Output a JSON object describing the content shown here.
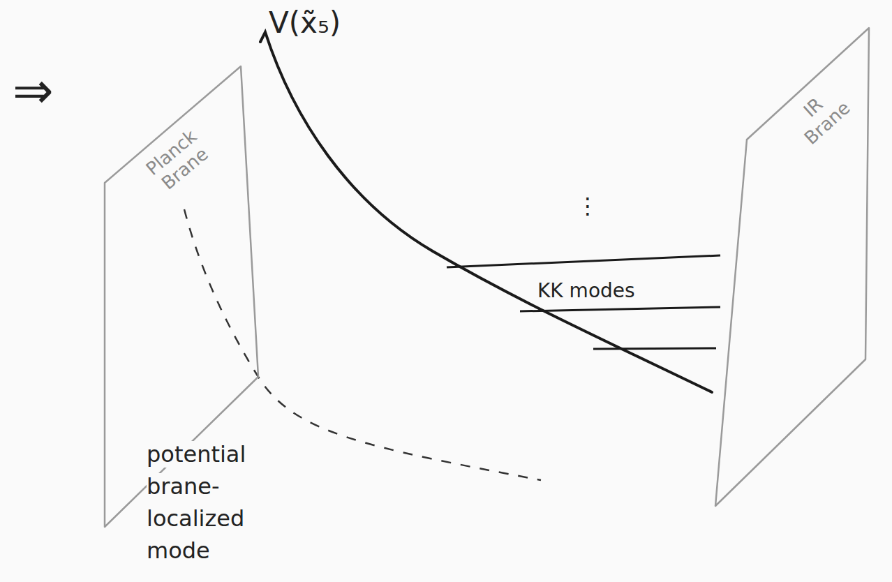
{
  "diagram": {
    "nodes": [
      {
        "text": [
          "Planck Brane"
        ]
      },
      {
        "text": [
          "IR Brane"
        ]
      }
    ],
    "labels": [
      "⇒",
      "V(x̃₅)",
      "⋮",
      "KK modes",
      "potential brane-localized mode"
    ]
  }
}
